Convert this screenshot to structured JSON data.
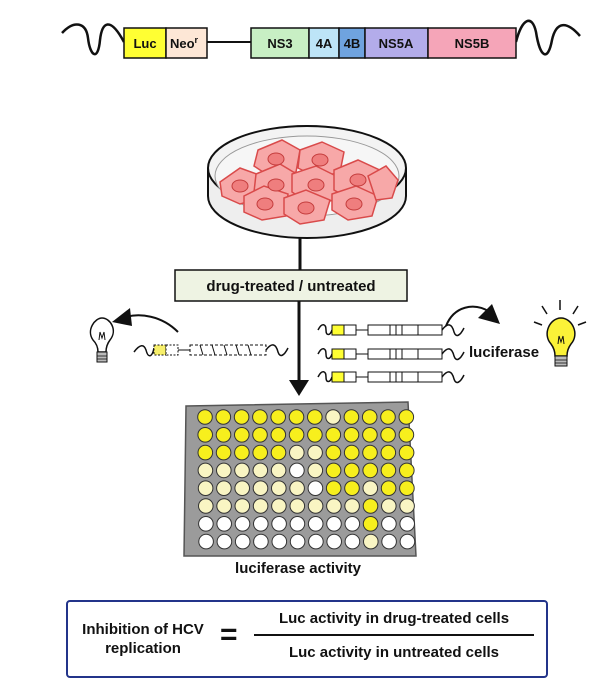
{
  "construct": {
    "segments": [
      {
        "label": "Luc",
        "color": "#ffff33"
      },
      {
        "label": "Neo",
        "sup": "r",
        "color": "#fde7d6"
      },
      {
        "label": "NS3",
        "color": "#c8efc4"
      },
      {
        "label": "4A",
        "color": "#bde4f7"
      },
      {
        "label": "4B",
        "color": "#6fa3df"
      },
      {
        "label": "NS5A",
        "color": "#b3acea"
      },
      {
        "label": "NS5B",
        "color": "#f5a5b8"
      }
    ]
  },
  "treatment_label": "drug-treated / untreated",
  "luciferase_label": "luciferase",
  "plate": {
    "label": "luciferase activity",
    "wells": [
      "yyyyyyypyyyy",
      "yyyyyyyyyyyy",
      "yyyyyppyyyyy",
      "pppppwpyyyyy",
      "ppppppwyypyy",
      "pppppppppypp",
      "wwwwwwwwwyww",
      "wwwwwwwwwpww"
    ],
    "colors": {
      "y": "#f7ef1d",
      "p": "#f9f5c3",
      "w": "#ffffff"
    }
  },
  "formula": {
    "left": "Inhibition of HCV replication",
    "equals": "=",
    "numerator": "Luc activity in drug-treated cells",
    "denominator": "Luc activity in untreated cells"
  },
  "colors": {
    "formula_border": "#23348a",
    "cell_fill": "#f7a8a8",
    "nucleus_fill": "#ef7e7e"
  }
}
